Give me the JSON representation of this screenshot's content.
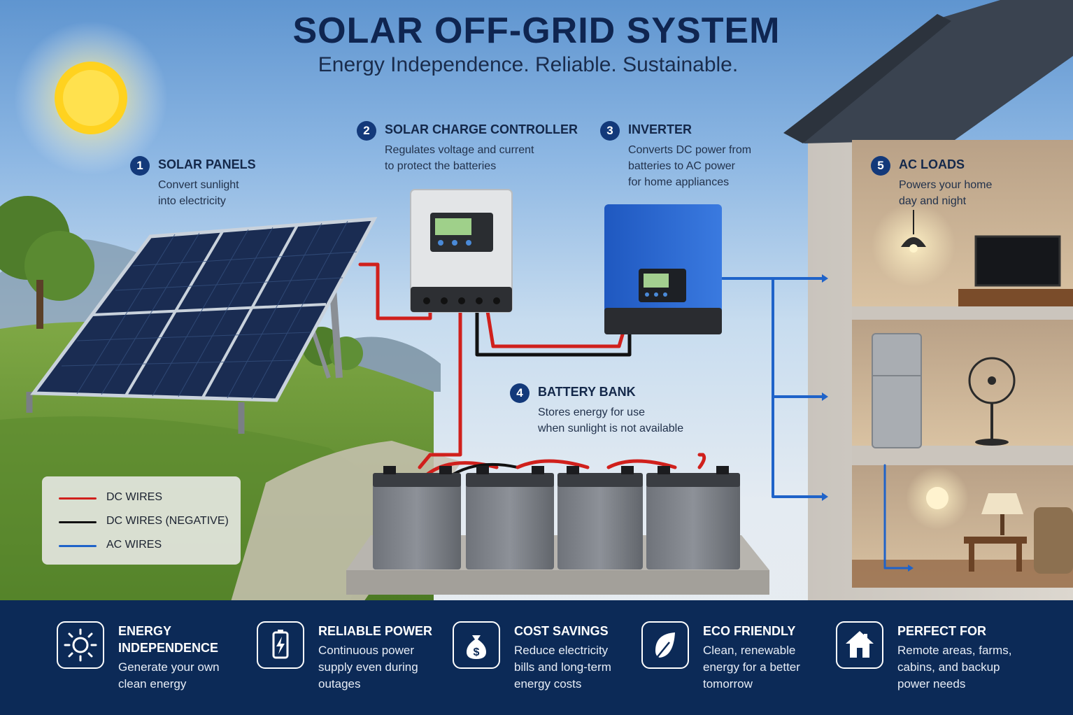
{
  "header": {
    "title": "SOLAR OFF-GRID SYSTEM",
    "subtitle": "Energy Independence. Reliable. Sustainable."
  },
  "components": [
    {
      "number": "1",
      "title": "SOLAR PANELS",
      "desc_lines": [
        "Convert sunlight",
        "into electricity"
      ]
    },
    {
      "number": "2",
      "title": "SOLAR CHARGE CONTROLLER",
      "desc_lines": [
        "Regulates voltage and current",
        "to protect the batteries"
      ]
    },
    {
      "number": "3",
      "title": "INVERTER",
      "desc_lines": [
        "Converts DC power from",
        "batteries to AC power",
        "for home appliances"
      ]
    },
    {
      "number": "4",
      "title": "BATTERY BANK",
      "desc_lines": [
        "Stores energy for use",
        "when sunlight is not available"
      ]
    },
    {
      "number": "5",
      "title": "AC LOADS",
      "desc_lines": [
        "Powers your home",
        "day and night"
      ]
    }
  ],
  "legend": {
    "items": [
      {
        "label": "DC WIRES",
        "color": "#d0201c"
      },
      {
        "label": "DC WIRES (NEGATIVE)",
        "color": "#111111"
      },
      {
        "label": "AC WIRES",
        "color": "#1f63c9"
      }
    ]
  },
  "features": [
    {
      "icon": "sun-icon",
      "title_lines": [
        "ENERGY",
        "INDEPENDENCE"
      ],
      "desc_lines": [
        "Generate your own",
        "clean energy"
      ]
    },
    {
      "icon": "battery-icon",
      "title_lines": [
        "RELIABLE POWER"
      ],
      "desc_lines": [
        "Continuous power",
        "supply even during",
        "outages"
      ]
    },
    {
      "icon": "money-bag-icon",
      "title_lines": [
        "COST SAVINGS"
      ],
      "desc_lines": [
        "Reduce electricity",
        "bills and long-term",
        "energy costs"
      ]
    },
    {
      "icon": "leaf-icon",
      "title_lines": [
        "ECO FRIENDLY"
      ],
      "desc_lines": [
        "Clean, renewable",
        "energy for a better",
        "tomorrow"
      ]
    },
    {
      "icon": "house-icon",
      "title_lines": [
        "PERFECT FOR"
      ],
      "desc_lines": [
        "Remote areas, farms,",
        "cabins, and backup",
        "power needs"
      ]
    }
  ],
  "colors": {
    "navy": "#0c2a57",
    "badge": "#13397a",
    "dc_wire": "#d0201c",
    "negative_wire": "#111111",
    "ac_wire": "#1f63c9"
  }
}
